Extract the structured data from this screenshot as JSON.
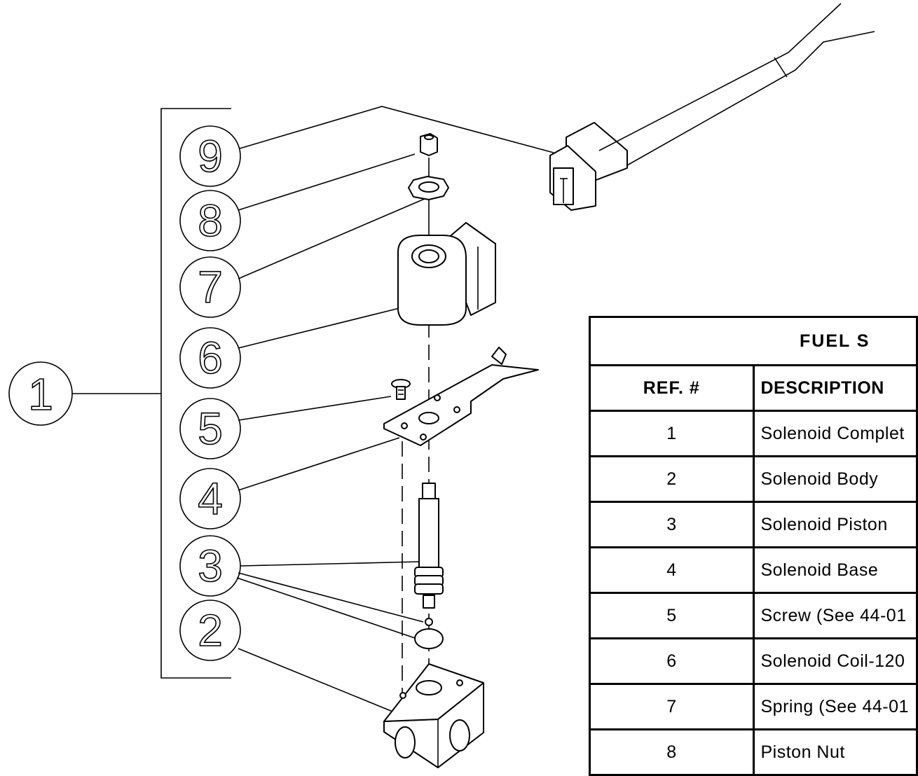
{
  "callouts": [
    "1",
    "2",
    "3",
    "4",
    "5",
    "6",
    "7",
    "8",
    "9"
  ],
  "table": {
    "title": "FUEL S",
    "headers": {
      "ref": "REF. #",
      "description": "DESCRIPTION"
    },
    "rows": [
      {
        "ref": "1",
        "description": "Solenoid Complet"
      },
      {
        "ref": "2",
        "description": "Solenoid Body"
      },
      {
        "ref": "3",
        "description": "Solenoid Piston"
      },
      {
        "ref": "4",
        "description": "Solenoid Base"
      },
      {
        "ref": "5",
        "description": "Screw (See 44-01"
      },
      {
        "ref": "6",
        "description": "Solenoid Coil-120"
      },
      {
        "ref": "7",
        "description": "Spring (See 44-01"
      },
      {
        "ref": "8",
        "description": "Piston Nut"
      }
    ]
  }
}
